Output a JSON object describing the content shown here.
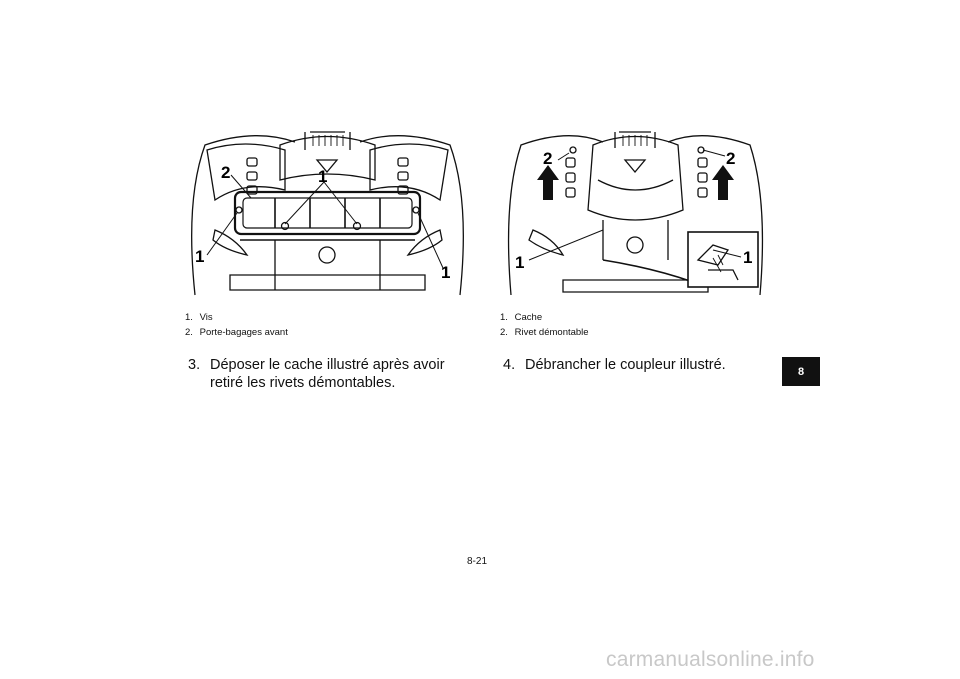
{
  "figures": [
    {
      "callouts": [
        "1",
        "2",
        "1",
        "1"
      ],
      "legend": [
        {
          "num": "1.",
          "text": "Vis"
        },
        {
          "num": "2.",
          "text": "Porte-bagages avant"
        }
      ]
    },
    {
      "callouts": [
        "2",
        "2",
        "1",
        "1"
      ],
      "legend": [
        {
          "num": "1.",
          "text": "Cache"
        },
        {
          "num": "2.",
          "text": "Rivet démontable"
        }
      ]
    }
  ],
  "steps": [
    {
      "num": "3.",
      "text": "Déposer le cache illustré après avoir retiré les rivets démontables."
    },
    {
      "num": "4.",
      "text": "Débrancher le coupleur illustré."
    }
  ],
  "chapter_tab": "8",
  "page_number": "8-21",
  "watermark": "carmanualsonline.info",
  "colors": {
    "ink": "#111111",
    "tab_bg": "#111111",
    "watermark": "#c8c8c8"
  }
}
